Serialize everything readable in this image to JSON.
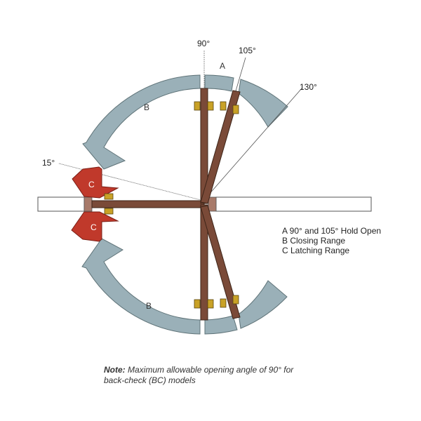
{
  "angles": {
    "a90": "90°",
    "a105": "105°",
    "a130": "130°",
    "a15": "15°"
  },
  "zones": {
    "a": "A",
    "b_upper": "B",
    "b_lower": "B",
    "c_upper": "C",
    "c_lower": "C"
  },
  "legend": {
    "line_a": "A 90° and 105° Hold Open",
    "line_b": "B Closing Range",
    "line_c": "C Latching Range"
  },
  "note": {
    "label": "Note:",
    "line1": " Maximum allowable opening angle of 90° for",
    "line2": "back-check (BC) models"
  },
  "colors": {
    "arc_fill": "#9ab0b8",
    "arc_stroke": "#5f7378",
    "latch_fill": "#c0392b",
    "door_fill": "#7a4a38",
    "bracket_fill": "#c9a227",
    "wall_fill": "#ffffff"
  }
}
